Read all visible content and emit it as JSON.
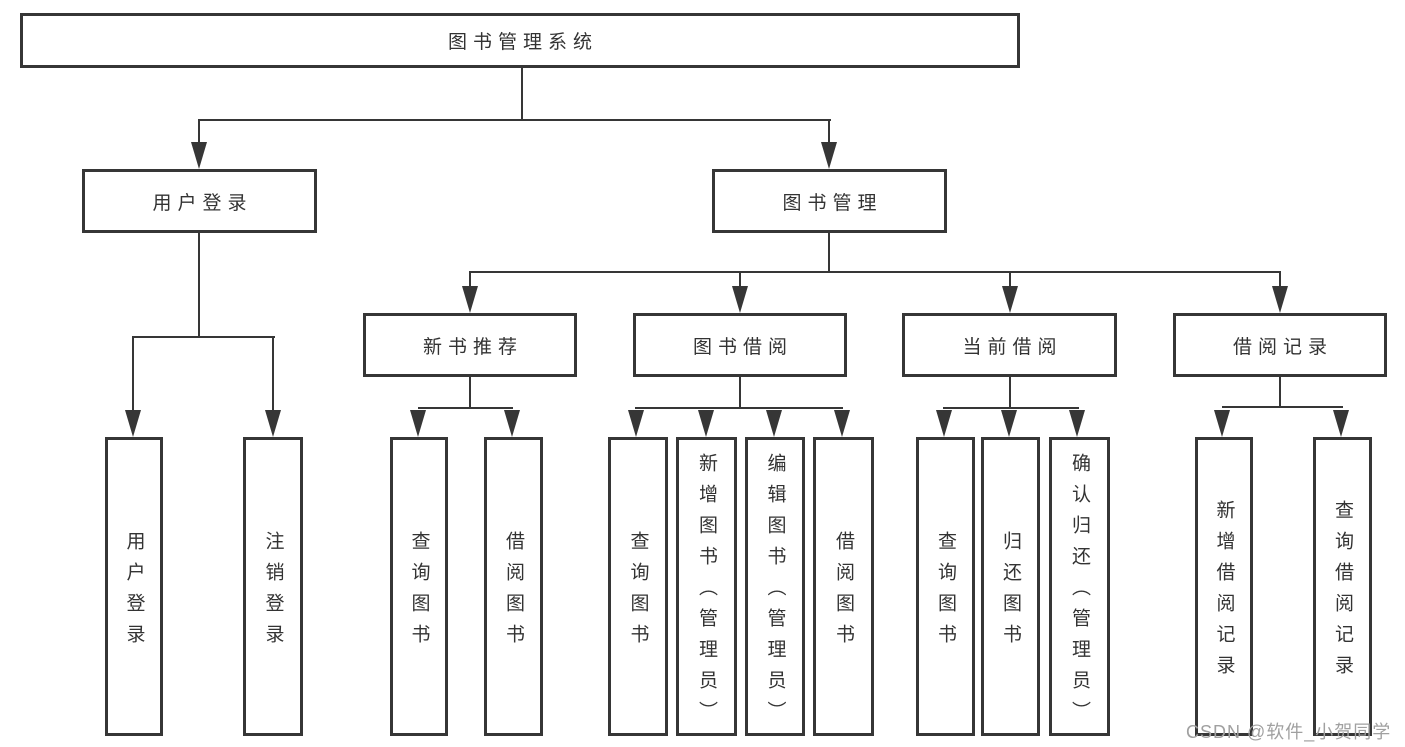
{
  "diagram": {
    "root": {
      "label": "图书管理系统"
    },
    "branches": [
      {
        "label": "用户登录",
        "children": [
          {
            "label": "用户登录"
          },
          {
            "label": "注销登录"
          }
        ]
      },
      {
        "label": "图书管理",
        "children": [
          {
            "label": "新书推荐",
            "children": [
              {
                "label": "查询图书"
              },
              {
                "label": "借阅图书"
              }
            ]
          },
          {
            "label": "图书借阅",
            "children": [
              {
                "label": "查询图书"
              },
              {
                "label": "新增图书（管理员）"
              },
              {
                "label": "编辑图书（管理员）"
              },
              {
                "label": "借阅图书"
              }
            ]
          },
          {
            "label": "当前借阅",
            "children": [
              {
                "label": "查询图书"
              },
              {
                "label": "归还图书"
              },
              {
                "label": "确认归还（管理员）"
              }
            ]
          },
          {
            "label": "借阅记录",
            "children": [
              {
                "label": "新增借阅记录"
              },
              {
                "label": "查询借阅记录"
              }
            ]
          }
        ]
      }
    ],
    "watermark": {
      "text": "CSDN @软件_小贺同学"
    },
    "colors": {
      "line": "#363636",
      "text": "#333333",
      "watermark": "#a0a0a0",
      "background": "#ffffff"
    }
  }
}
